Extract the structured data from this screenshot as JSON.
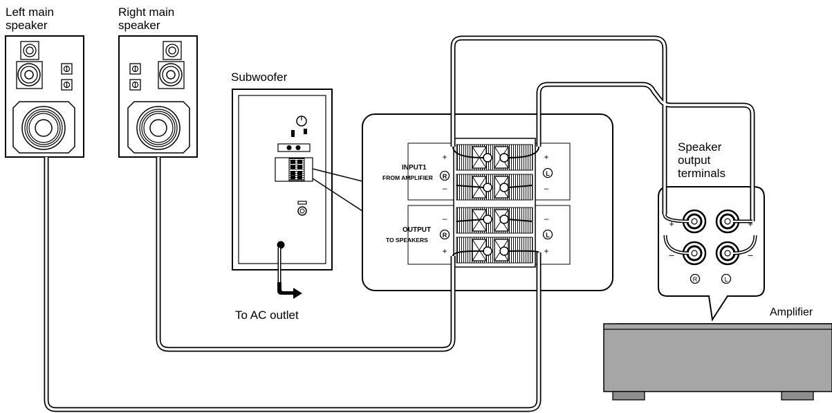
{
  "labels": {
    "left_speaker": "Left main\nspeaker",
    "right_speaker": "Right main\nspeaker",
    "subwoofer": "Subwoofer",
    "ac_outlet": "To AC outlet",
    "terminals": "Speaker\noutput\nterminals",
    "amplifier": "Amplifier"
  },
  "panel": {
    "input_title": "INPUT1",
    "input_sub": "FROM AMPLIFIER",
    "output_title": "OUTPUT",
    "output_sub": "TO SPEAKERS",
    "r_mark": "R",
    "l_mark": "L",
    "plus": "+",
    "minus": "–"
  },
  "amp_terminals": {
    "r_mark": "R",
    "l_mark": "L",
    "plus": "+",
    "minus": "–"
  },
  "colors": {
    "line": "#000000",
    "amp_body": "#a6a6a6",
    "amp_top": "#d6d6d6",
    "amp_front": "#8e8e8e"
  }
}
